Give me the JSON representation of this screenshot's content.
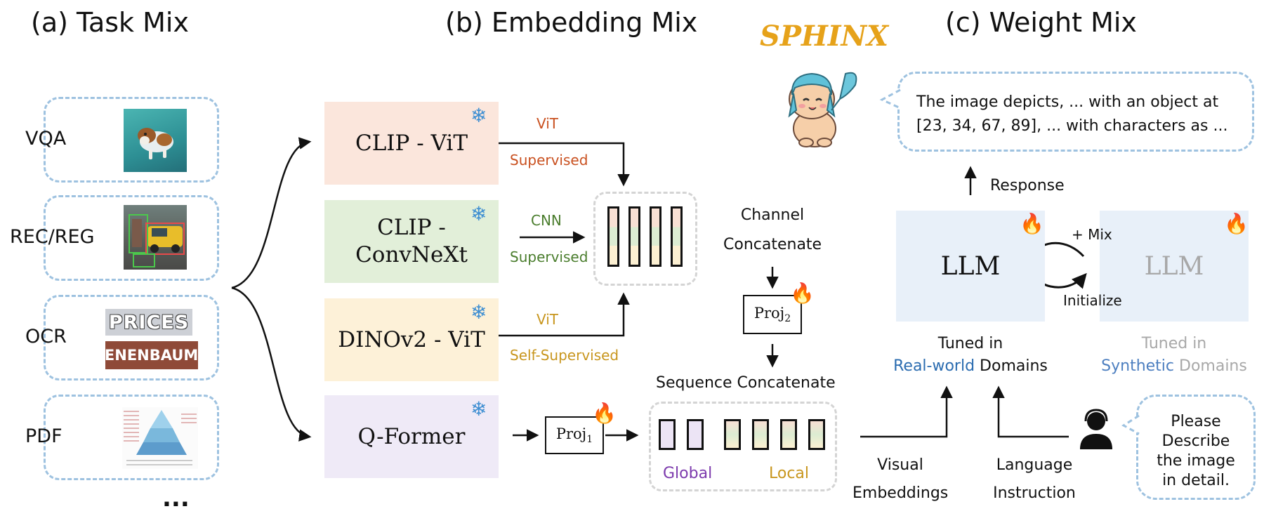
{
  "titles": {
    "task_mix": "(a) Task Mix",
    "embedding_mix": "(b) Embedding Mix",
    "sphinx": "SPHINX",
    "weight_mix": "(c) Weight Mix"
  },
  "tasks": [
    {
      "label": "VQA"
    },
    {
      "label": "REC/REG"
    },
    {
      "label": "OCR"
    },
    {
      "label": "PDF"
    }
  ],
  "tasks_ellipsis": "...",
  "ocr_texts": [
    "PRICES",
    "TENENBAUMS"
  ],
  "encoders": [
    {
      "name": "CLIP - ViT",
      "color": "#fbe6dc"
    },
    {
      "name_line1": "CLIP -",
      "name_line2": "ConvNeXt",
      "color": "#e2efd9"
    },
    {
      "name": "DINOv2 - ViT",
      "color": "#fdf1d8"
    },
    {
      "name": "Q-Former",
      "color": "#efeaf7"
    }
  ],
  "branch_labels": {
    "vit1_top": "ViT",
    "vit1_bottom": "Supervised",
    "cnn_top": "CNN",
    "cnn_bottom": "Supervised",
    "vit2_top": "ViT",
    "vit2_bottom": "Self-Supervised"
  },
  "channel_concat_line1": "Channel",
  "channel_concat_line2": "Concatenate",
  "proj2": {
    "base": "Proj",
    "sub": "2"
  },
  "proj1": {
    "base": "Proj",
    "sub": "1"
  },
  "sequence_concat": "Sequence Concatenate",
  "global_label": "Global",
  "local_label": "Local",
  "response_bubble": {
    "line1": "The image depicts, ... with an object at",
    "line2": "[23, 34, 67, 89], ... with characters as ..."
  },
  "response_label": "Response",
  "llm_left": "LLM",
  "llm_right": "LLM",
  "mix_label": "+ Mix",
  "initialize_label": "Initialize",
  "tuned_left": {
    "line1": "Tuned in",
    "highlight": "Real-world",
    "rest": " Domains"
  },
  "tuned_right": {
    "line1": "Tuned in",
    "highlight": "Synthetic",
    "rest": " Domains"
  },
  "visual_embeddings": {
    "line1": "Visual",
    "line2": "Embeddings"
  },
  "language_instruction": {
    "line1": "Language",
    "line2": "Instruction"
  },
  "user_bubble": {
    "line1": "Please",
    "line2": "Describe",
    "line3": "the image",
    "line4": "in detail."
  },
  "colors": {
    "dashed_border": "#9ec2e0",
    "sphinx_gold": "#e6a21a",
    "vit_label": "#c9501f",
    "cnn_label": "#4a7d2d",
    "dino_label": "#c8961e",
    "global_purple": "#7c3aad",
    "real_world_blue": "#2b6cb0",
    "synthetic_blue": "#4d7fc0",
    "gray_text": "#a8a8a8",
    "llm_bg": "#e8f0f9"
  }
}
